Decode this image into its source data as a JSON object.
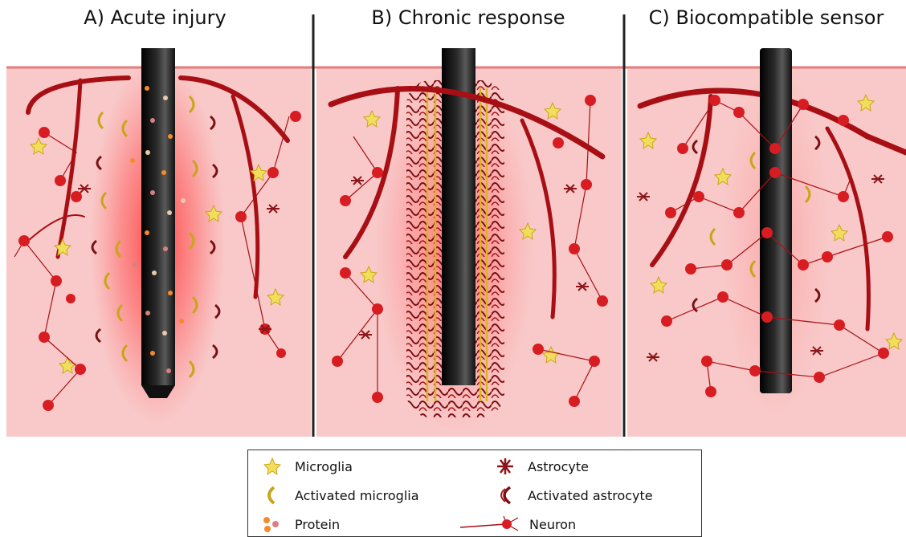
{
  "panels": [
    {
      "title": "A) Acute injury"
    },
    {
      "title": "B) Chronic response"
    },
    {
      "title": "C) Biocompatible sensor"
    }
  ],
  "legend": {
    "microglia": "Microglia",
    "activated_microglia": "Activated microglia",
    "protein": "Protein",
    "astrocyte": "Astrocyte",
    "activated_astrocyte": "Activated astrocyte",
    "neuron": "Neuron"
  },
  "colors": {
    "tissue": "#f9c9c9",
    "surface_line": "#e77b7b",
    "vessel": "#a80f14",
    "neuron": "#d81d22",
    "astrocyte": "#8b1518",
    "microglia": "#f1df5c",
    "activated_microglia": "#c9a51a",
    "protein_orange": "#f5892c",
    "protein_pink": "#d98080",
    "sensor": "#111111",
    "inflammation": "#ff3b3b"
  }
}
